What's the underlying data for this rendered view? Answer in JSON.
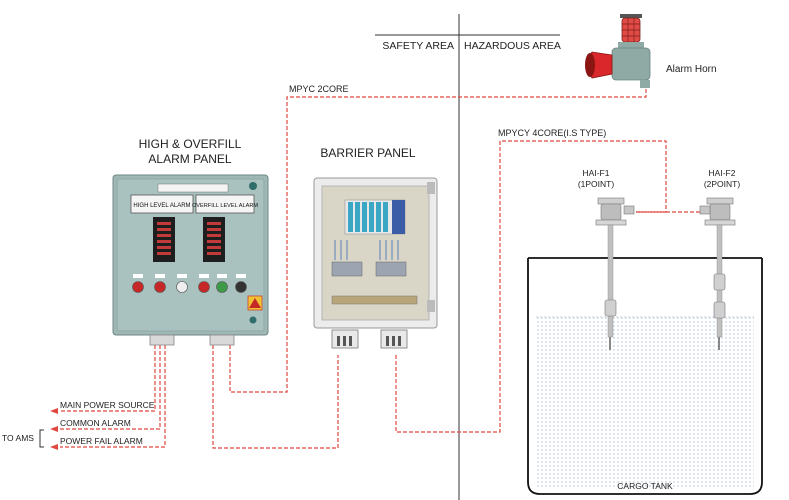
{
  "areas": {
    "safety": "SAFETY AREA",
    "hazardous": "HAZARDOUS AREA"
  },
  "cables": {
    "mpyc_2core": "MPYC 2CORE",
    "mpycy_4core": "MPYCY 4CORE(I.S TYPE)"
  },
  "devices": {
    "alarm_horn": "Alarm Horn",
    "alarm_panel_line1": "HIGH & OVERFILL",
    "alarm_panel_line2": "ALARM PANEL",
    "barrier_panel": "BARRIER PANEL",
    "panel_tag_high": "HIGH LEVEL ALARM",
    "panel_tag_overfill": "OVERFILL LEVEL ALARM",
    "sensor_f1_name": "HAI-F1",
    "sensor_f1_points": "(1POINT)",
    "sensor_f2_name": "HAI-F2",
    "sensor_f2_points": "(2POINT)",
    "cargo_tank": "CARGO TANK"
  },
  "outputs": {
    "main_power": "MAIN POWER SOURCE",
    "common_alarm": "COMMON ALARM",
    "power_fail": "POWER FAIL ALARM",
    "to_ams": "TO AMS"
  },
  "colors": {
    "cable": "#e0483f",
    "panel_body": "#9fb8b6",
    "barrier_body": "#ececec",
    "horn_red": "#d9272c",
    "liquid_dots": "#b9cbe0"
  }
}
